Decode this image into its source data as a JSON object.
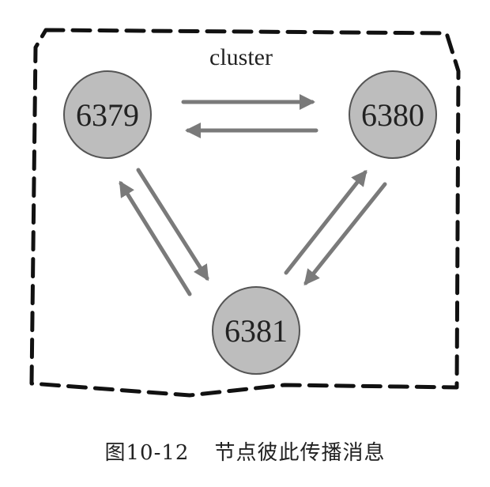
{
  "cluster_label": "cluster",
  "nodes": [
    "6379",
    "6380",
    "6381"
  ],
  "caption": {
    "figure_number": "图10-12",
    "title": "节点彼此传播消息"
  },
  "colors": {
    "node_fill": "#bdbdbd",
    "arrow": "#7a7a7a",
    "border": "#111111"
  }
}
